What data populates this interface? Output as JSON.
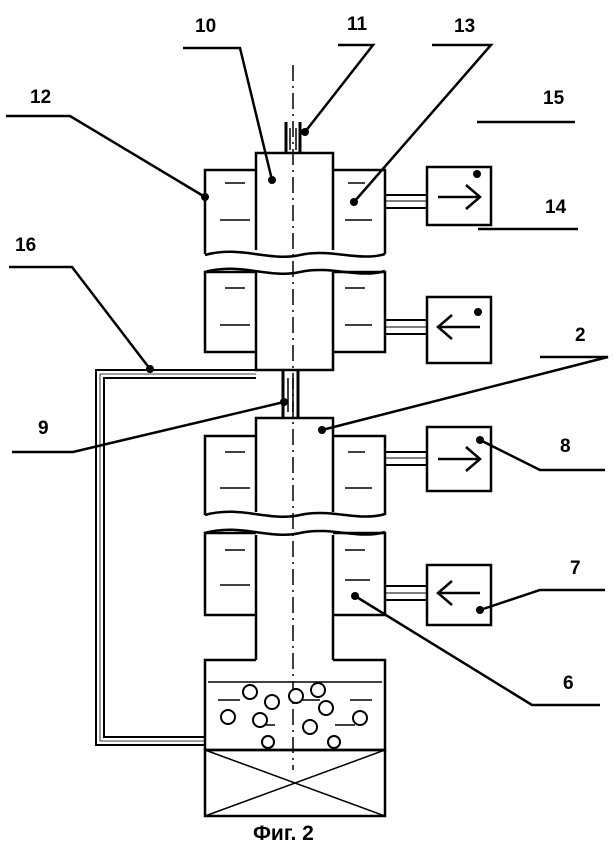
{
  "figure": {
    "caption": "Фиг. 2",
    "labels": {
      "l2": "2",
      "l6": "6",
      "l7": "7",
      "l8": "8",
      "l9": "9",
      "l10": "10",
      "l11": "11",
      "l12": "12",
      "l13": "13",
      "l14": "14",
      "l15": "15",
      "l16": "16"
    },
    "colors": {
      "ink": "#000000",
      "paper": "#ffffff"
    },
    "icons": [
      "arrow-right-icon",
      "arrow-left-icon",
      "cross-box-icon",
      "bubble-icon"
    ]
  }
}
